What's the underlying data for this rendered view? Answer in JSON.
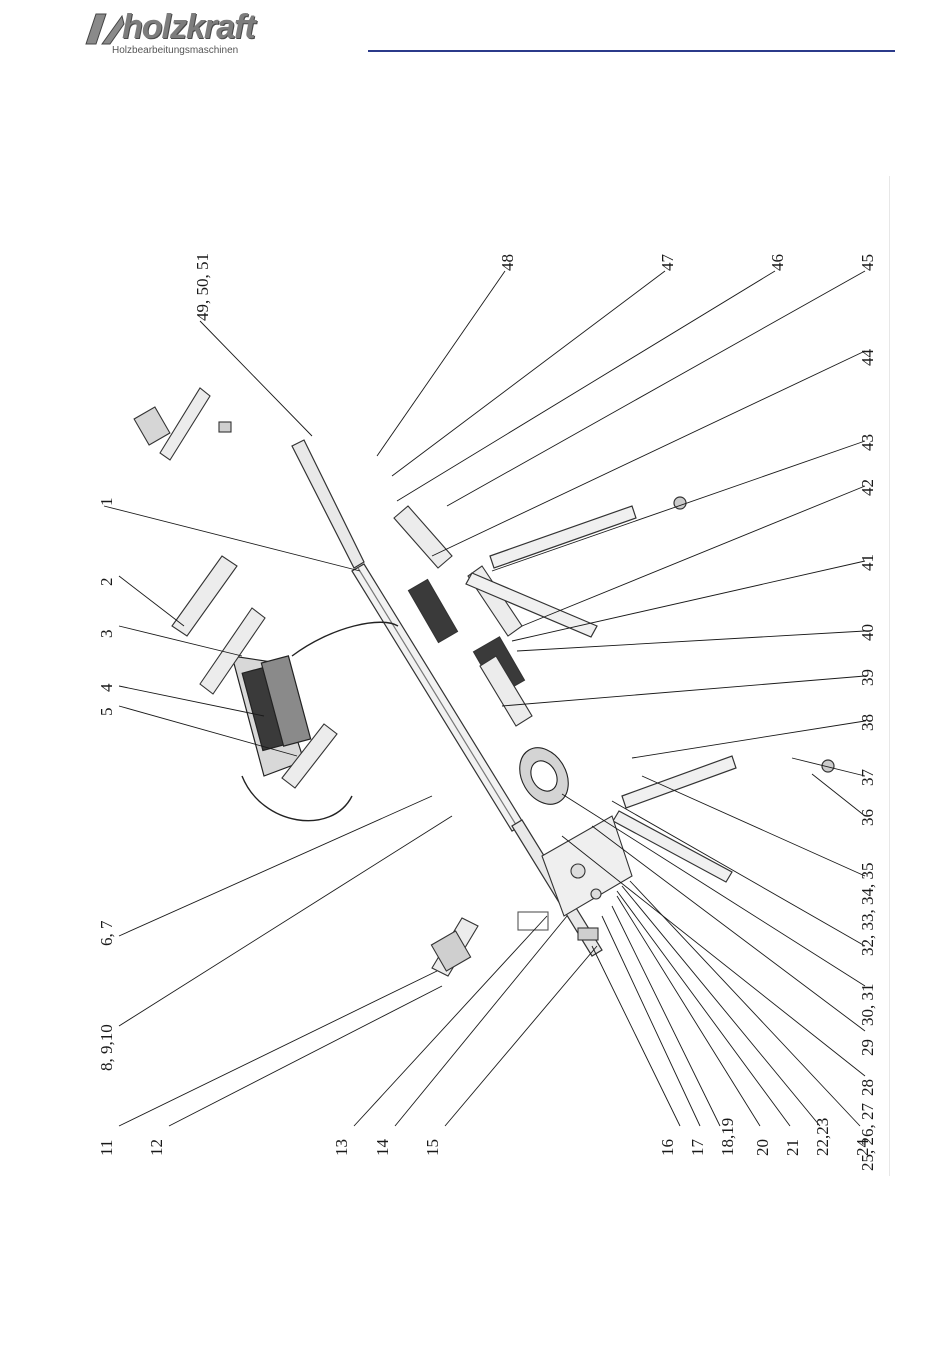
{
  "brand": {
    "name": "holzkraft",
    "tagline": "Holzbearbeitungsmaschinen"
  },
  "colors": {
    "header_rule": "#2b3a8a",
    "logo_grey": "#7d7d7d"
  },
  "diagram": {
    "callouts_top": [
      "1",
      "2",
      "3",
      "4",
      "5",
      "6, 7",
      "8, 9,10",
      "11",
      "12",
      "13",
      "14",
      "15",
      "16",
      "17",
      "18,19",
      "20",
      "21",
      "22,23",
      "24"
    ],
    "callouts_bottom": [
      "49, 50, 51",
      "48",
      "47",
      "46",
      "45",
      "44",
      "43",
      "42",
      "41",
      "40",
      "39",
      "38",
      "37",
      "36",
      "32, 33, 34, 35",
      "30, 31",
      "29",
      "28",
      "25, 26, 27"
    ]
  }
}
